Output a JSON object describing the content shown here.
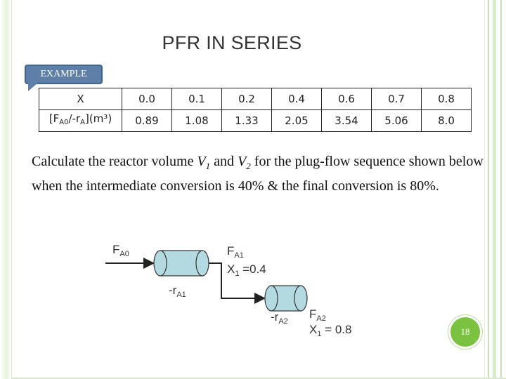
{
  "slide": {
    "title": "PFR IN SERIES",
    "callout_label": "EXAMPLE",
    "page_number": "18"
  },
  "table": {
    "row1_header": "X",
    "row2_header_prefix": "[F",
    "row2_header_sub1": "A0",
    "row2_header_mid": "/-r",
    "row2_header_sub2": "A",
    "row2_header_suffix": "](m³)",
    "x_values": [
      "0.0",
      "0.1",
      "0.2",
      "0.4",
      "0.6",
      "0.7",
      "0.8"
    ],
    "f_values": [
      "0.89",
      "1.08",
      "1.33",
      "2.05",
      "3.54",
      "5.06",
      "8.0"
    ]
  },
  "problem": {
    "part1": "Calculate the reactor volume ",
    "v1_main": "V",
    "v1_sub": "1",
    "part2": " and ",
    "v2_main": "V",
    "v2_sub": "2",
    "part3": " for the plug-flow sequence shown below when the intermediate conversion is 40% & the final conversion is 80%."
  },
  "diagram": {
    "inlet_label": "F",
    "inlet_sub": "A0",
    "stream1_label": "F",
    "stream1_sub": "A1",
    "x1_label": "X",
    "x1_sub": "1",
    "x1_value": " =0.4",
    "rate1_label": "-r",
    "rate1_sub": "A1",
    "rate2_label": "-r",
    "rate2_sub": "A2",
    "stream2_label": "F",
    "stream2_sub": "A2",
    "x2_label": "X",
    "x2_sub": "1",
    "x2_value": " = 0.8",
    "reactor_color": "#b3d9e1"
  }
}
